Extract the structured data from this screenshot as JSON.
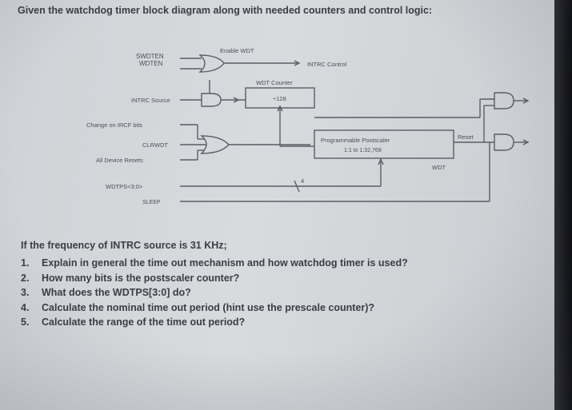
{
  "heading": "Given the watchdog timer block diagram along with needed counters and control logic:",
  "diagram": {
    "labels": {
      "swdten": "SWDTEN",
      "wdten": "WDTEN",
      "enable_wdt": "Enable WDT",
      "intrc_control": "INTRC Control",
      "wdt_counter": "WDT Counter",
      "div128": "÷128",
      "intrc_source": "INTRC Source",
      "change_on_ircf": "Change on IRCF bits",
      "clrwdt": "CLRWDT",
      "all_device_resets": "All Device Resets",
      "wdtps": "WDTPS<3:0>",
      "sleep": "SLEEP",
      "postscaler_title": "Programmable Postscaler",
      "postscaler_range": "1:1 to 1:32,768",
      "reset": "Reset",
      "wdt": "WDT",
      "bus_width": "4"
    }
  },
  "intro": "If the frequency of INTRC source is 31 KHz;",
  "questions": [
    {
      "num": "1.",
      "text": "Explain in general the time out mechanism and how watchdog timer is used?"
    },
    {
      "num": "2.",
      "text": "How many bits is the postscaler counter?"
    },
    {
      "num": "3.",
      "text": "What does the WDTPS[3:0] do?"
    },
    {
      "num": "4.",
      "text": "Calculate the nominal time out period (hint use the prescale counter)?"
    },
    {
      "num": "5.",
      "text": "Calculate the range of the time out period?"
    }
  ]
}
